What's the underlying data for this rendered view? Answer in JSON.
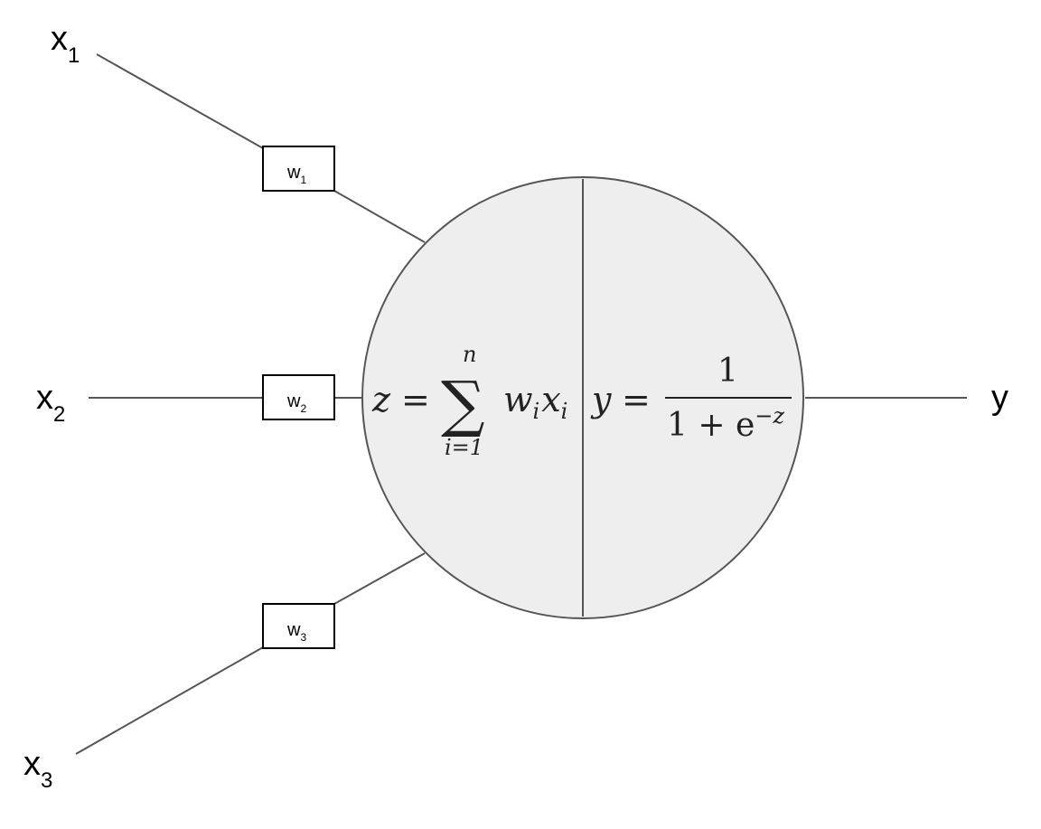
{
  "inputs": [
    {
      "name": "x",
      "sub": "1",
      "weight": "w",
      "weight_sub": "1"
    },
    {
      "name": "x",
      "sub": "2",
      "weight": "w",
      "weight_sub": "2"
    },
    {
      "name": "x",
      "sub": "3",
      "weight": "w",
      "weight_sub": "3"
    }
  ],
  "output": {
    "name": "y"
  },
  "neuron": {
    "fill": "#eeeeee",
    "stroke": "#555555",
    "sum_formula": {
      "lhs": "z",
      "eq": "=",
      "sigma": "∑",
      "upper": "n",
      "lower": "i=1",
      "term_w": "w",
      "term_w_sub": "i",
      "term_x": "x",
      "term_x_sub": "i"
    },
    "activation_formula": {
      "lhs": "y",
      "eq": "=",
      "numerator": "1",
      "denominator": "1 + e",
      "exponent": "−z"
    }
  }
}
